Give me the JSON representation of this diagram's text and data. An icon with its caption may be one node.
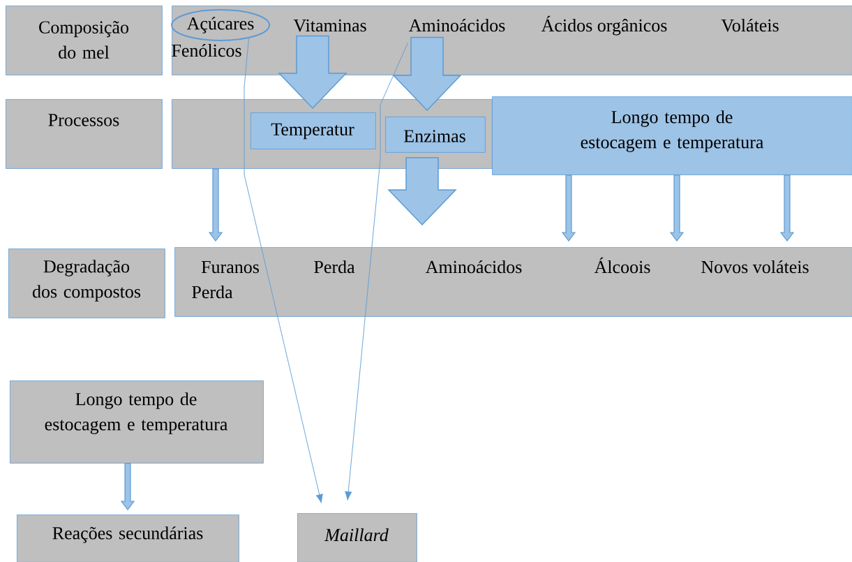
{
  "diagram": {
    "nodes": [
      {
        "text": [
          "Composição do mel"
        ]
      },
      {
        "text": [],
        "shape": "box"
      },
      {
        "text": [
          "Açúcares"
        ],
        "in": 1
      },
      {
        "text": [
          "Vitaminas"
        ],
        "in": 1
      },
      {
        "text": [
          "Aminoácidos"
        ],
        "in": 1
      },
      {
        "text": [
          "Ácidos orgânicos"
        ],
        "in": 1
      },
      {
        "text": [
          "Voláteis"
        ],
        "in": 1
      },
      {
        "text": [
          "Fenólicos"
        ],
        "in": 1
      },
      {
        "text": [
          "Processos"
        ]
      },
      {
        "text": [],
        "shape": "box"
      },
      {
        "text": [
          "Temperatur"
        ],
        "in": 9
      },
      {
        "text": [
          "Enzimas"
        ],
        "in": 9
      },
      {
        "text": [
          "Longo tempo de estocagem e temperatura"
        ]
      },
      {
        "text": [
          "Degradação dos compostos"
        ]
      },
      {
        "text": [],
        "shape": "box"
      },
      {
        "text": [
          "Furanos"
        ],
        "in": 14
      },
      {
        "text": [
          "Perda"
        ],
        "in": 14
      },
      {
        "text": [
          "Aminoácidos"
        ],
        "in": 14
      },
      {
        "text": [
          "Álcoois"
        ],
        "in": 14
      },
      {
        "text": [
          "Novos voláteis"
        ],
        "in": 14
      },
      {
        "text": [
          "Perda"
        ],
        "in": 14
      },
      {
        "text": [
          "Longo tempo de estocagem e temperatura"
        ]
      },
      {
        "text": [
          "Reações secundárias"
        ]
      },
      {
        "text": [
          "Maillard"
        ]
      }
    ],
    "edges": [
      {
        "from": 3,
        "to": 10,
        "arrow": "to",
        "style": "thick"
      },
      {
        "from": 4,
        "to": 11,
        "arrow": "to",
        "style": "thick"
      },
      {
        "from": 11,
        "to": 14,
        "arrow": "to",
        "style": "thick"
      },
      {
        "from": 9,
        "to": 14,
        "arrow": "to"
      },
      {
        "from": 12,
        "to": 14,
        "arrow": "to"
      },
      {
        "from": 12,
        "to": 14,
        "arrow": "to"
      },
      {
        "from": 12,
        "to": 14,
        "arrow": "to"
      },
      {
        "from": 21,
        "to": 22,
        "arrow": "to"
      },
      {
        "from": 2,
        "to": 23,
        "arrow": "to"
      },
      {
        "from": 4,
        "to": 23,
        "arrow": "to"
      }
    ]
  }
}
